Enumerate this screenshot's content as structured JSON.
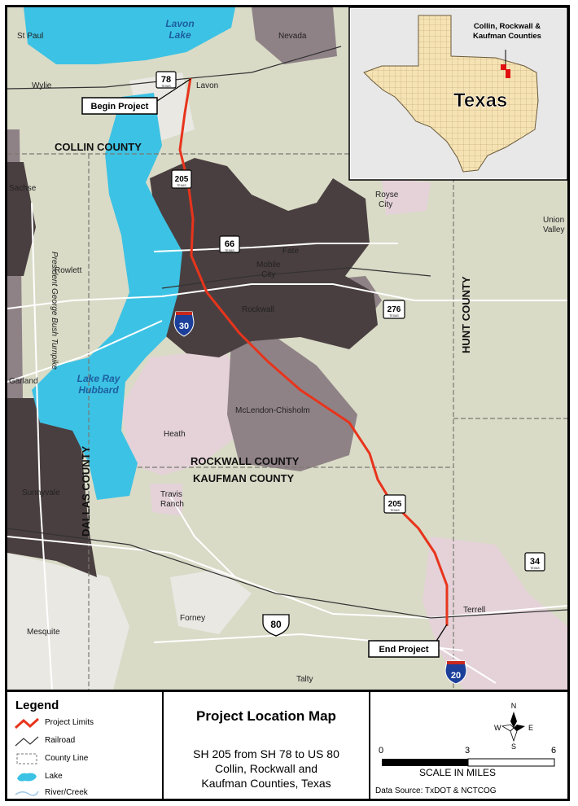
{
  "inset": {
    "state_label": "Texas",
    "callout": [
      "Collin, Rockwall &",
      "Kaufman Counties"
    ]
  },
  "lakes": {
    "lavon": [
      "Lavon",
      "Lake"
    ],
    "ray_hubbard": [
      "Lake Ray",
      "Hubbard"
    ]
  },
  "places": {
    "st_paul": "St Paul",
    "nevada": "Nevada",
    "wylie": "Wylie",
    "lavon": "Lavon",
    "sachse": "Sachse",
    "royse_city": [
      "Royse",
      "City"
    ],
    "union_valley": [
      "Union",
      "Valley"
    ],
    "fate": "Fate",
    "mobile_city": [
      "Mobile",
      "City"
    ],
    "rowlett": "Rowlett",
    "rockwall": "Rockwall",
    "garland": "Garland",
    "heath": "Heath",
    "mclendon": "McLendon-Chisholm",
    "travis_ranch": [
      "Travis",
      "Ranch"
    ],
    "sunnyvale": "Sunnyvale",
    "forney": "Forney",
    "mesquite": "Mesquite",
    "terrell": "Terrell",
    "talty": "Talty",
    "pgbt": "President George Bush Turnpike"
  },
  "counties": {
    "collin": "COLLIN COUNTY",
    "rockwall": "ROCKWALL COUNTY",
    "kaufman": "KAUFMAN COUNTY",
    "dallas": "DALLAS COUNTY",
    "hunt": "HUNT COUNTY"
  },
  "shields": {
    "sh78": "78",
    "sh205_north": "205",
    "sh66": "66",
    "sh276": "276",
    "sh205_south": "205",
    "us34": "34",
    "us80": "80",
    "i30": "30",
    "i20": "20",
    "texas_tag": "TEXAS"
  },
  "callouts": {
    "begin": "Begin Project",
    "end": "End Project"
  },
  "legend": {
    "title": "Legend",
    "items": [
      {
        "label": "Project Limits",
        "color": "#e8341c"
      },
      {
        "label": "Railroad",
        "color": "#333333"
      },
      {
        "label": "County Line",
        "color": "#777777"
      },
      {
        "label": "Lake",
        "color": "#3cc2e4"
      },
      {
        "label": "River/Creek",
        "color": "#9cc7e6"
      }
    ]
  },
  "title_block": {
    "title": "Project Location Map",
    "line1": "SH 205 from SH 78 to US 80",
    "line2": "Collin, Rockwall and",
    "line3": "Kaufman Counties, Texas"
  },
  "scale": {
    "north": "N",
    "south": "S",
    "east": "E",
    "west": "W",
    "ticks": [
      "0",
      "3",
      "6"
    ],
    "label": "SCALE IN MILES",
    "source": "Data Source: TxDOT & NCTCOG"
  },
  "colors": {
    "land": "#d9dbc7",
    "lake": "#3cc2e4",
    "city_dark": "#4a3f40",
    "city_mid": "#8f8286",
    "city_light": "#e4d2d8",
    "project": "#e8341c"
  }
}
